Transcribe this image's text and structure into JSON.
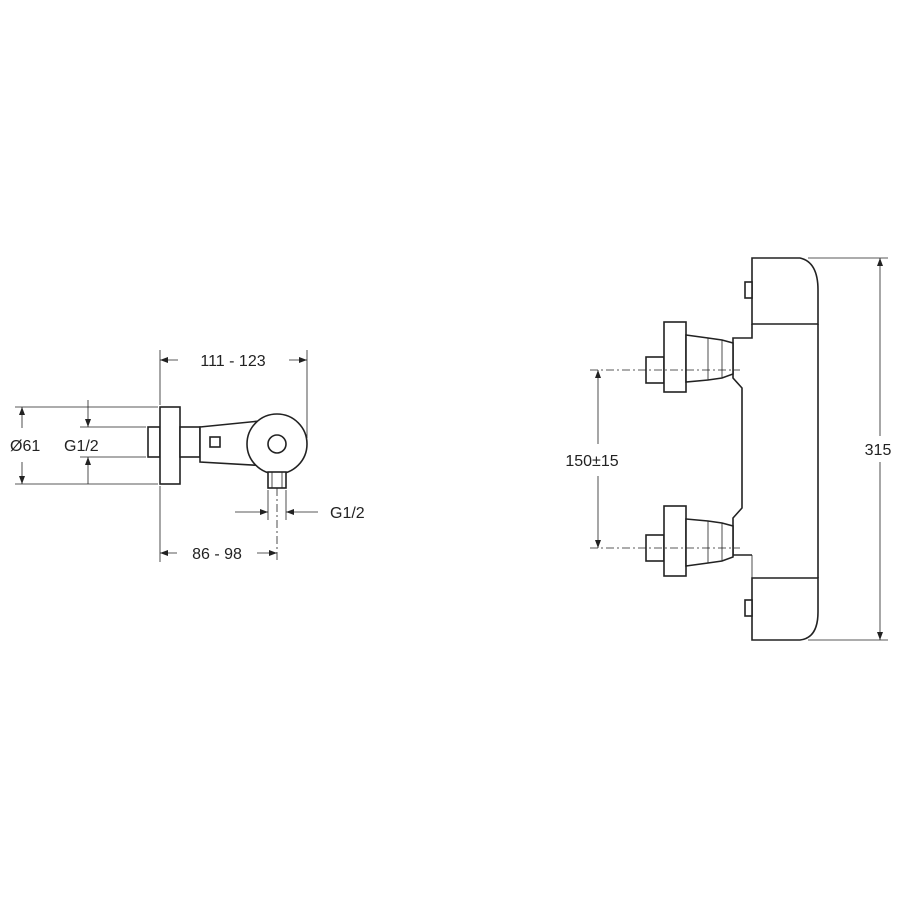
{
  "colors": {
    "line": "#222222",
    "background": "#ffffff"
  },
  "side_view": {
    "dim_total_depth": "111 - 123",
    "dim_diameter": "Ø61",
    "dim_inlet_thread": "G1/2",
    "dim_outlet_thread": "G1/2",
    "dim_outlet_offset": "86 - 98"
  },
  "front_view": {
    "dim_height": "315",
    "dim_center_distance": "150±15"
  }
}
